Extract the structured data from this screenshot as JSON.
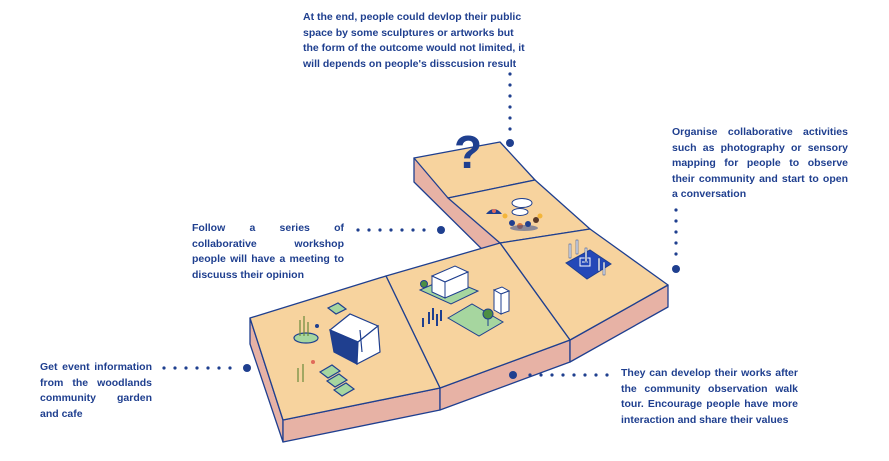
{
  "annotations": {
    "top": "At the end, people could devlop their public space by some sculptures or artworks but the form of the outcome would not limited, it will depends on people's disscusion result",
    "right": "Organise collaborative activities such as photography or sensory mapping for people to observe their community and start to open a conversation",
    "mid": "Follow a series of collaborative workshop people will have a meeting to discuuss their opinion",
    "left": "Get event information from the woodlands community garden and cafe",
    "bottom": "They can develop their works after the community observation walk tour. Encourage people have more interaction and share their values"
  },
  "icons": {
    "question": "?"
  },
  "colors": {
    "tile_top": "#f7d39e",
    "tile_side": "#e7b2a5",
    "outline": "#1f3f8f",
    "text": "#1f3f8f",
    "green": "#a6d69f",
    "dot": "#1f3f8f"
  }
}
